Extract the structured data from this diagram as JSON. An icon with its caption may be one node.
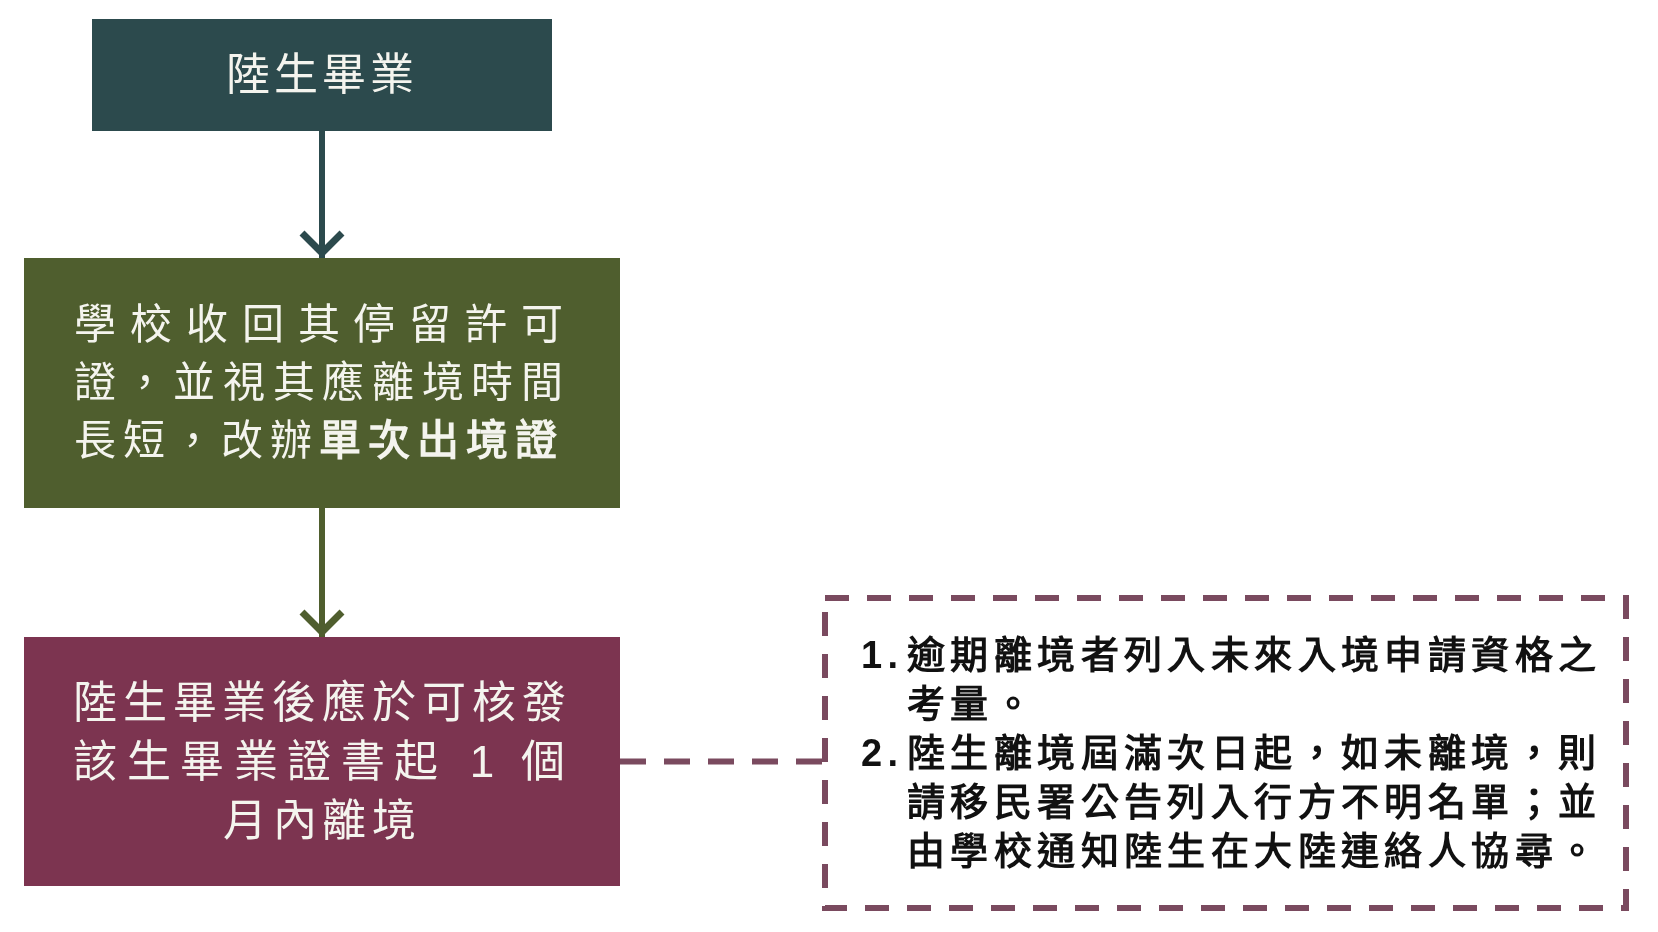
{
  "diagram": {
    "nodes": [
      {
        "text": [
          "陸生畢業"
        ]
      },
      {
        "text": [
          "學校收回其停留許可證，並視其應離境時間長短，改辦**單次出境證**"
        ]
      },
      {
        "text": [
          "陸生畢業後應於可核發該生畢業證書起 1 個月內離境"
        ]
      },
      {
        "text": [
          "1. 逾期離境者列入未來入境申請資格之考量。",
          "2. 陸生離境屆滿次日起，如未離境，則請移民署公告列入行方不明名單；並由學校通知陸生在大陸連絡人協尋。"
        ]
      }
    ],
    "edges": [
      {
        "from": 0,
        "to": 1,
        "arrow": "to",
        "color": "#2c4a4d"
      },
      {
        "from": 1,
        "to": 2,
        "arrow": "to",
        "color": "#4f5e2e"
      },
      {
        "from": 2,
        "to": 3,
        "arrow": "none",
        "style": "dashed",
        "color": "#7a4a5f"
      }
    ]
  }
}
